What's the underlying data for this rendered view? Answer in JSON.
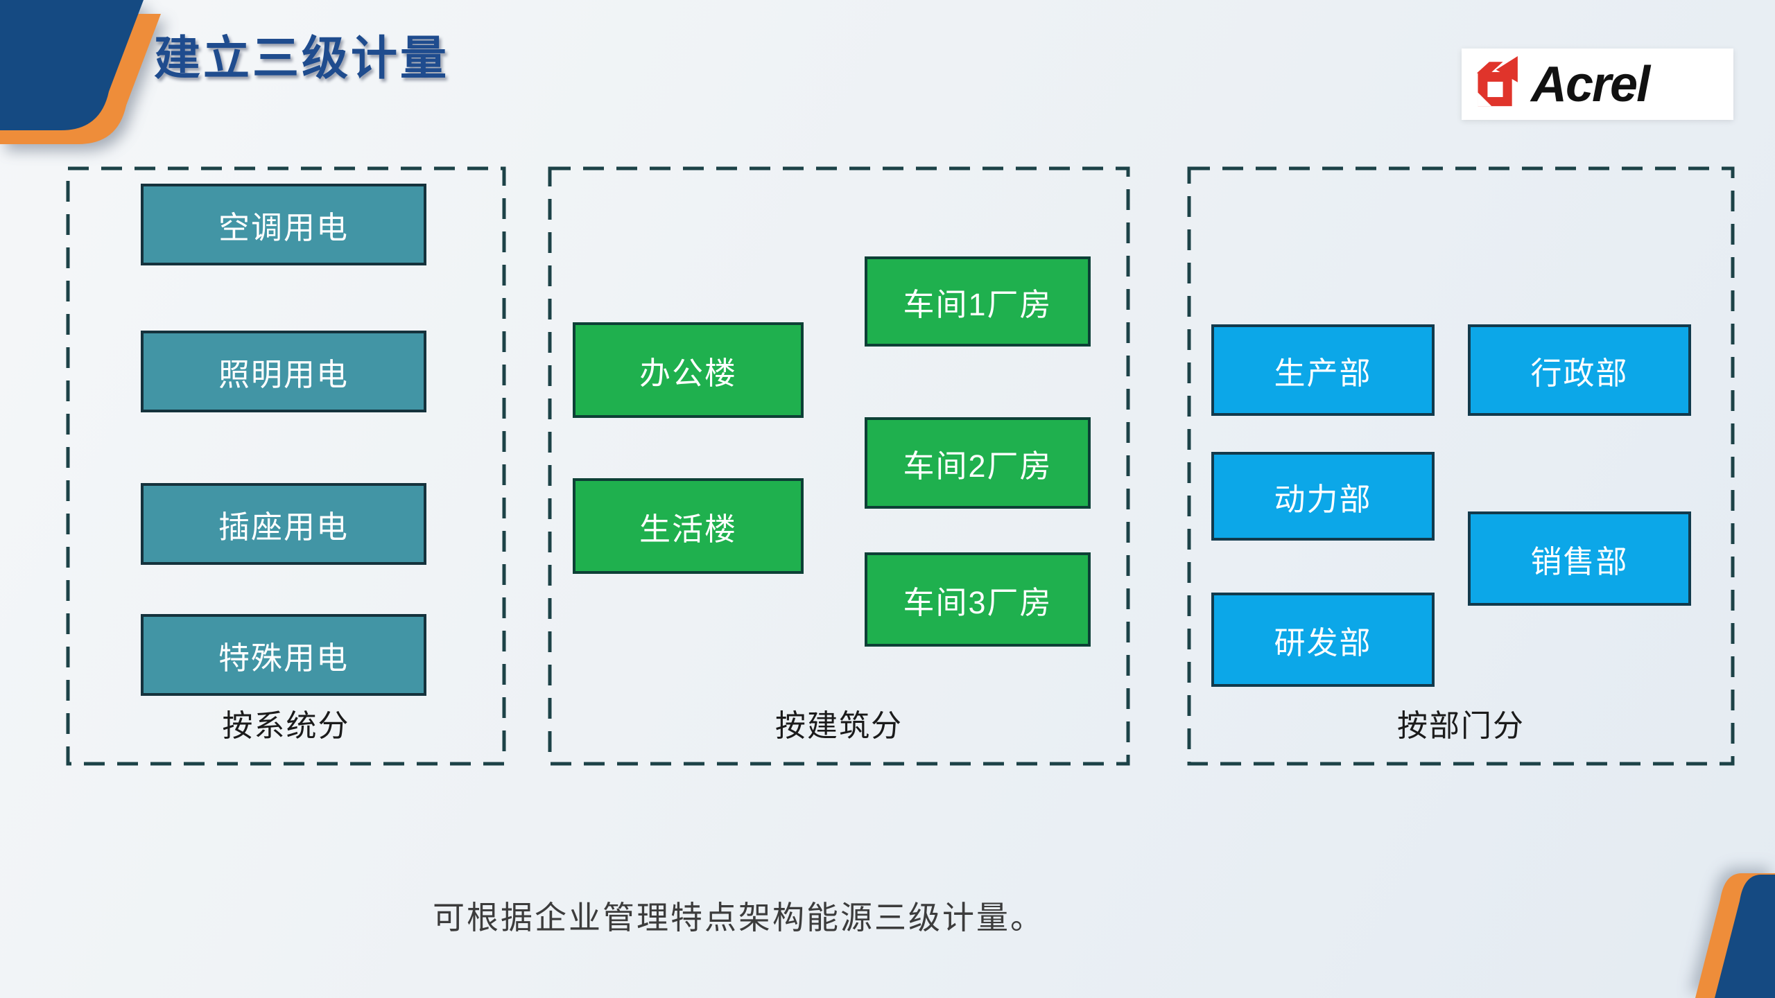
{
  "slide": {
    "title": "建立三级计量",
    "caption": "可根据企业管理特点架构能源三级计量。",
    "logo": {
      "text": "Acrel",
      "icon": "acrel-red-square-icon"
    },
    "sections": [
      {
        "label": "按系统分",
        "fill_color": "#4295a5",
        "border_color": "#15323c",
        "items": [
          "空调用电",
          "照明用电",
          "插座用电",
          "特殊用电"
        ]
      },
      {
        "label": "按建筑分",
        "fill_color": "#1fb04e",
        "border_color": "#0d4036",
        "items": [
          "办公楼",
          "生活楼",
          "车间1厂房",
          "车间2厂房",
          "车间3厂房"
        ]
      },
      {
        "label": "按部门分",
        "fill_color": "#0ca7e8",
        "border_color": "#123a4c",
        "items": [
          "生产部",
          "行政部",
          "动力部",
          "销售部",
          "研发部"
        ]
      }
    ],
    "colors": {
      "title_text": "#1f4c8e",
      "frame_dash": "#1c4247",
      "corner_navy": "#154a82",
      "corner_orange": "#ee8d3a",
      "logo_red": "#e0342b",
      "caption_text": "#3c3c3c",
      "background": "#eef2f5"
    }
  }
}
